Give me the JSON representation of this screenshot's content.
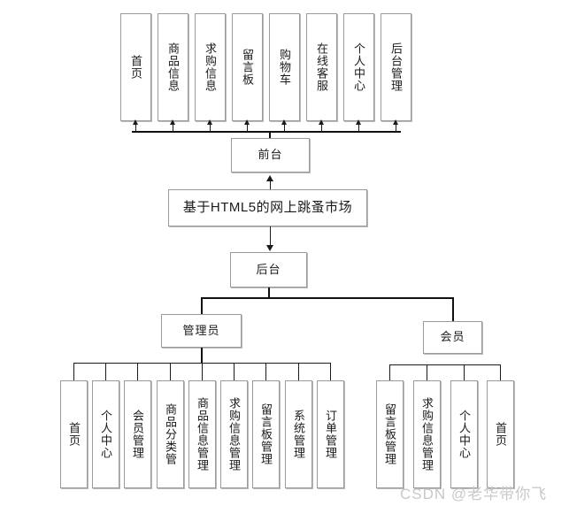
{
  "diagram": {
    "type": "organization-tree",
    "title_node": "基于HTML5的网上跳蚤市场",
    "branches": {
      "frontend_label": "前台",
      "backend_label": "后台",
      "admin_label": "管理员",
      "member_label": "会员"
    },
    "frontend_items": [
      {
        "label": "首页"
      },
      {
        "label": "商品信息"
      },
      {
        "label": "求购信息"
      },
      {
        "label": "留言板"
      },
      {
        "label": "购物车"
      },
      {
        "label": "在线客服"
      },
      {
        "label": "个人中心"
      },
      {
        "label": "后台管理"
      }
    ],
    "admin_items": [
      {
        "label": "首页"
      },
      {
        "label": "个人中心"
      },
      {
        "label": "会员管理"
      },
      {
        "label": "商品分类管"
      },
      {
        "label": "商品信息管理"
      },
      {
        "label": "求购信息管理"
      },
      {
        "label": "留言板管理"
      },
      {
        "label": "系统管理"
      },
      {
        "label": "订单管理"
      }
    ],
    "member_items": [
      {
        "label": "留言板管理"
      },
      {
        "label": "求购信息管理"
      },
      {
        "label": "个人中心"
      },
      {
        "label": "首页"
      }
    ]
  },
  "watermark": {
    "text": "CSDN @老华带你飞"
  },
  "colors": {
    "box_border": "#9a9a9a",
    "line": "#1a1a1a",
    "background": "#ffffff",
    "watermark": "#c8c8c8"
  }
}
